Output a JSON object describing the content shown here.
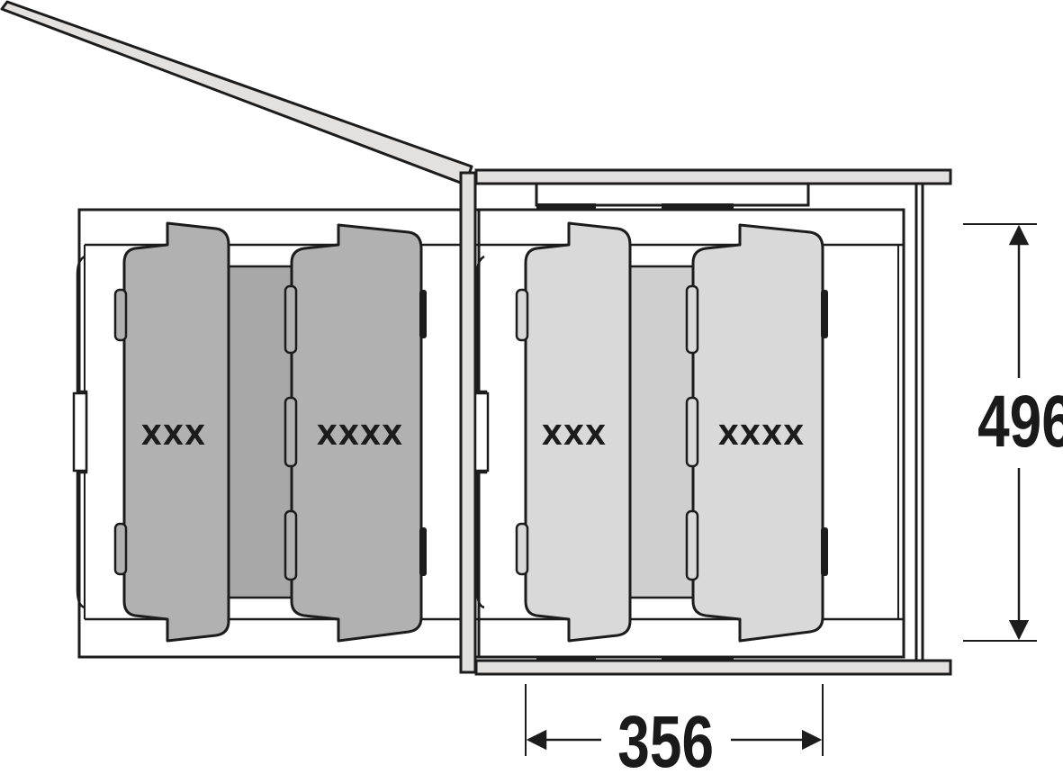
{
  "dimensions": {
    "depth": "496",
    "width": "356"
  },
  "bins": {
    "extended_left": {
      "label_1": "XXX",
      "label_2": "XXXX"
    },
    "retracted_right": {
      "label_1": "XXX",
      "label_2": "XXXX"
    }
  },
  "colors": {
    "line": "#1c1c1c",
    "bin_dark": "#b2b1b2",
    "bin_dark_mid": "#a9a8a9",
    "bin_light": "#d9d9d9",
    "bin_light_mid": "#cfcfcf",
    "panel": "#e3e1df"
  }
}
